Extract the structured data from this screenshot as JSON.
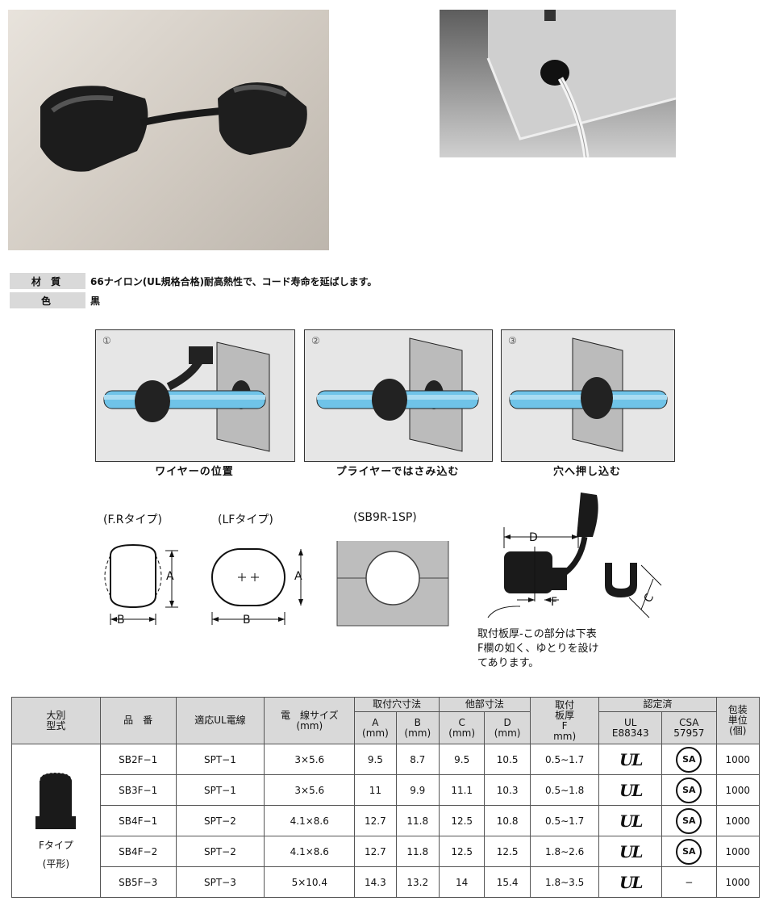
{
  "specs": [
    {
      "label": "材 質",
      "value": "66ナイロン(UL規格合格)耐高熱性で、コード寿命を延ばします。"
    },
    {
      "label": "色",
      "value": "黒"
    }
  ],
  "steps": [
    {
      "num": "①",
      "caption": "ワイヤーの位置"
    },
    {
      "num": "②",
      "caption": "プライヤーではさみ込む"
    },
    {
      "num": "③",
      "caption": "穴へ押し込む"
    }
  ],
  "diagrams": {
    "fr_title": "(F.Rタイプ)",
    "lf_title": "(LFタイプ)",
    "sb9r_title": "(SB9R-1SP)",
    "dim_a": "A",
    "dim_b": "B",
    "dim_c": "C",
    "dim_d": "D",
    "dim_f": "F",
    "note_lines": [
      "取付板厚-この部分は下表",
      "F欄の如く、ゆとりを設け",
      "てあります。"
    ]
  },
  "table": {
    "headers": {
      "type": "大別\n型式",
      "part": "品　番",
      "ul_wire": "適応UL電線",
      "wire_size": "電　線サイズ\n(mm)",
      "hole_group": "取付穴寸法",
      "other_group": "他部寸法",
      "plate": "取付\n板厚\nF\nmm)",
      "cert_group": "認定済",
      "pack": "包装\n単位\n(個)",
      "a": "A\n(mm)",
      "b": "B\n(mm)",
      "c": "C\n(mm)",
      "d": "D\n(mm)",
      "ul": "UL\nE88343",
      "csa": "CSA\n57957"
    },
    "type_label": "Fタイプ",
    "type_sub": "(平形)",
    "ul_mark": "UL",
    "csa_mark": "SA",
    "rows": [
      {
        "part": "SB2F−1",
        "ul_wire": "SPT−1",
        "size": "3×5.6",
        "a": "9.5",
        "b": "8.7",
        "c": "9.5",
        "d": "10.5",
        "f": "0.5∼1.7",
        "csa": true,
        "pack": "1000"
      },
      {
        "part": "SB3F−1",
        "ul_wire": "SPT−1",
        "size": "3×5.6",
        "a": "11",
        "b": "9.9",
        "c": "11.1",
        "d": "10.3",
        "f": "0.5∼1.8",
        "csa": true,
        "pack": "1000"
      },
      {
        "part": "SB4F−1",
        "ul_wire": "SPT−2",
        "size": "4.1×8.6",
        "a": "12.7",
        "b": "11.8",
        "c": "12.5",
        "d": "10.8",
        "f": "0.5∼1.7",
        "csa": true,
        "pack": "1000"
      },
      {
        "part": "SB4F−2",
        "ul_wire": "SPT−2",
        "size": "4.1×8.6",
        "a": "12.7",
        "b": "11.8",
        "c": "12.5",
        "d": "12.5",
        "f": "1.8∼2.6",
        "csa": true,
        "pack": "1000"
      },
      {
        "part": "SB5F−3",
        "ul_wire": "SPT−3",
        "size": "5×10.4",
        "a": "14.3",
        "b": "13.2",
        "c": "14",
        "d": "15.4",
        "f": "1.8∼3.5",
        "csa": false,
        "csa_text": "−",
        "pack": "1000"
      }
    ]
  }
}
